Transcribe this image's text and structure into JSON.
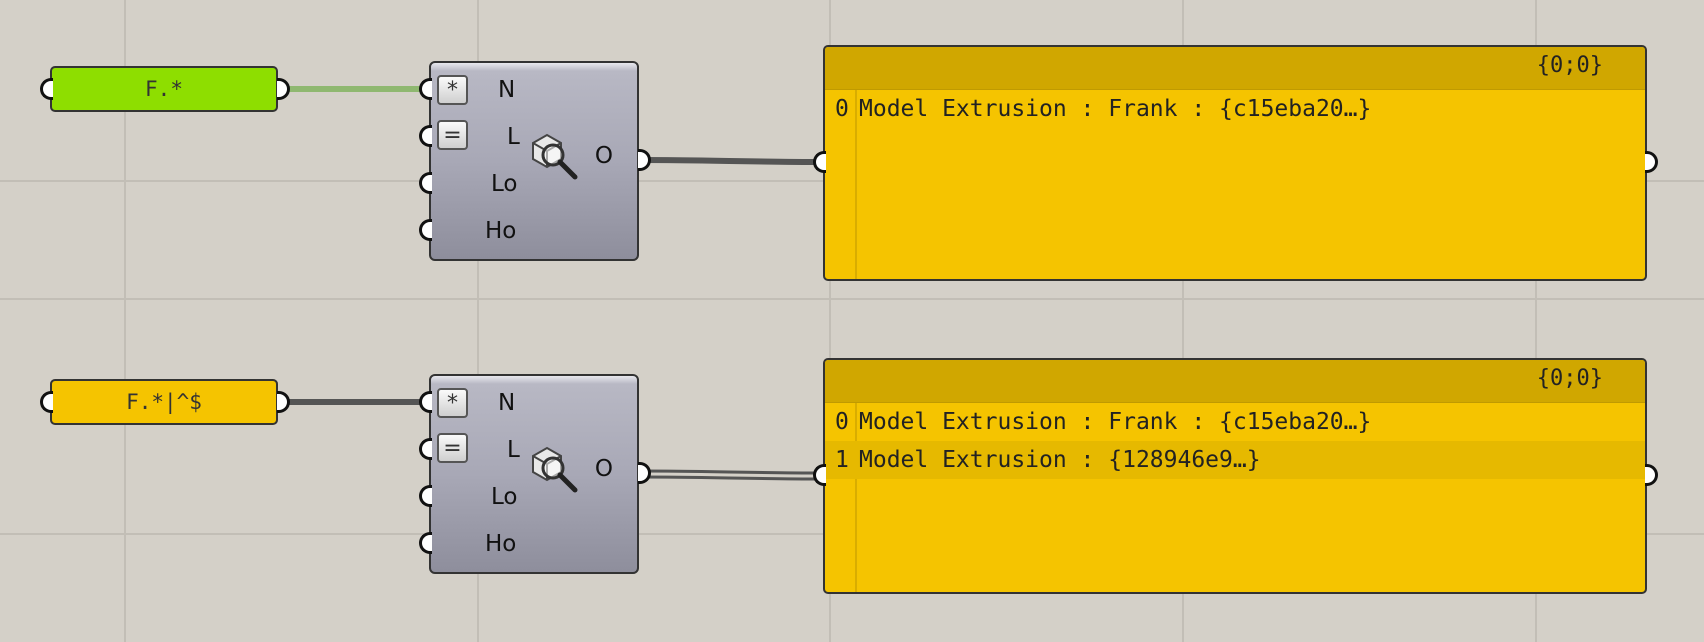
{
  "canvas": {
    "background": "#d4d0c8",
    "grid_color": "#c2beb6"
  },
  "rows": [
    {
      "text_panel": {
        "value": "F.*",
        "color": "#8ede00"
      },
      "component": {
        "icon": "search-model-object-icon",
        "inputs": [
          {
            "label": "N",
            "badge": "*"
          },
          {
            "label": "L",
            "badge": "="
          },
          {
            "label": "Lo",
            "badge": ""
          },
          {
            "label": "Ho",
            "badge": ""
          }
        ],
        "output": "O"
      },
      "result_panel": {
        "path": "{0;0}",
        "items": [
          {
            "index": "0",
            "text": "Model Extrusion : Frank : {c15eba20…}"
          }
        ]
      }
    },
    {
      "text_panel": {
        "value": "F.*|^$",
        "color": "#f5c400"
      },
      "component": {
        "icon": "search-model-object-icon",
        "inputs": [
          {
            "label": "N",
            "badge": "*"
          },
          {
            "label": "L",
            "badge": "="
          },
          {
            "label": "Lo",
            "badge": ""
          },
          {
            "label": "Ho",
            "badge": ""
          }
        ],
        "output": "O"
      },
      "result_panel": {
        "path": "{0;0}",
        "items": [
          {
            "index": "0",
            "text": "Model Extrusion : Frank : {c15eba20…}"
          },
          {
            "index": "1",
            "text": "Model Extrusion : {128946e9…}"
          }
        ]
      }
    }
  ]
}
